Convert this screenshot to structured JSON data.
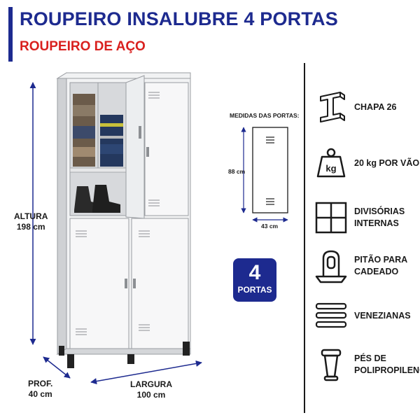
{
  "header": {
    "title": "ROUPEIRO INSALUBRE 4 PORTAS",
    "subtitle": "ROUPEIRO DE AÇO"
  },
  "dimensions": {
    "height_label": "ALTURA",
    "height_value": "198 cm",
    "depth_label": "PROF.",
    "depth_value": "40 cm",
    "width_label": "LARGURA",
    "width_value": "100 cm"
  },
  "door_measures": {
    "title": "MEDIDAS DAS PORTAS:",
    "height": "88 cm",
    "width": "43 cm"
  },
  "badge": {
    "number": "4",
    "label": "PORTAS"
  },
  "features": [
    {
      "icon": "steel-beam-icon",
      "label": "CHAPA 26"
    },
    {
      "icon": "weight-kg-icon",
      "label": "20 kg POR VÃO",
      "icon_text": "kg"
    },
    {
      "icon": "internal-dividers-icon",
      "label": "DIVISÓRIAS\nINTERNAS"
    },
    {
      "icon": "padlock-hasp-icon",
      "label": "PITÃO PARA\nCADEADO"
    },
    {
      "icon": "vents-icon",
      "label": "VENEZIANAS"
    },
    {
      "icon": "polypropylene-foot-icon",
      "label": "PÉS DE\nPOLIPROPILENO"
    }
  ],
  "colors": {
    "brand_blue": "#1d2a8f",
    "accent_red": "#d9201e",
    "steel": "#e9eaec"
  }
}
